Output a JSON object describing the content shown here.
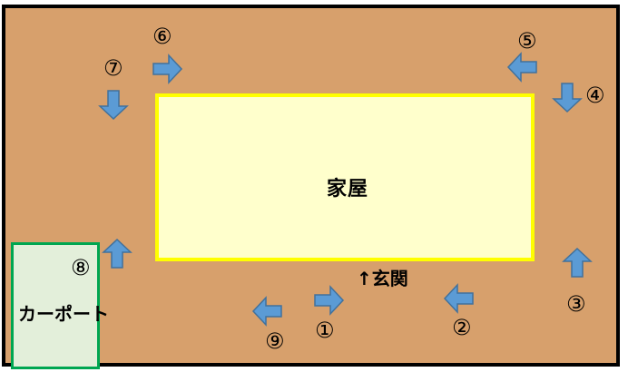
{
  "colors": {
    "yard": "#d7a06c",
    "house_fill": "#ffffcc",
    "house_border": "#ffff00",
    "carport_fill": "#e3efda",
    "carport_border": "#00a651",
    "arrow_fill": "#5b9bd5",
    "arrow_stroke": "#41719c"
  },
  "house": {
    "label": "家屋"
  },
  "carport": {
    "label": "カーポート"
  },
  "entrance": {
    "label": "↑玄関"
  },
  "route": [
    {
      "step": "①",
      "direction": "right"
    },
    {
      "step": "②",
      "direction": "left"
    },
    {
      "step": "③",
      "direction": "up"
    },
    {
      "step": "④",
      "direction": "down"
    },
    {
      "step": "⑤",
      "direction": "left"
    },
    {
      "step": "⑥",
      "direction": "right"
    },
    {
      "step": "⑦",
      "direction": "down"
    },
    {
      "step": "⑧",
      "direction": "up"
    },
    {
      "step": "⑨",
      "direction": "left"
    }
  ]
}
